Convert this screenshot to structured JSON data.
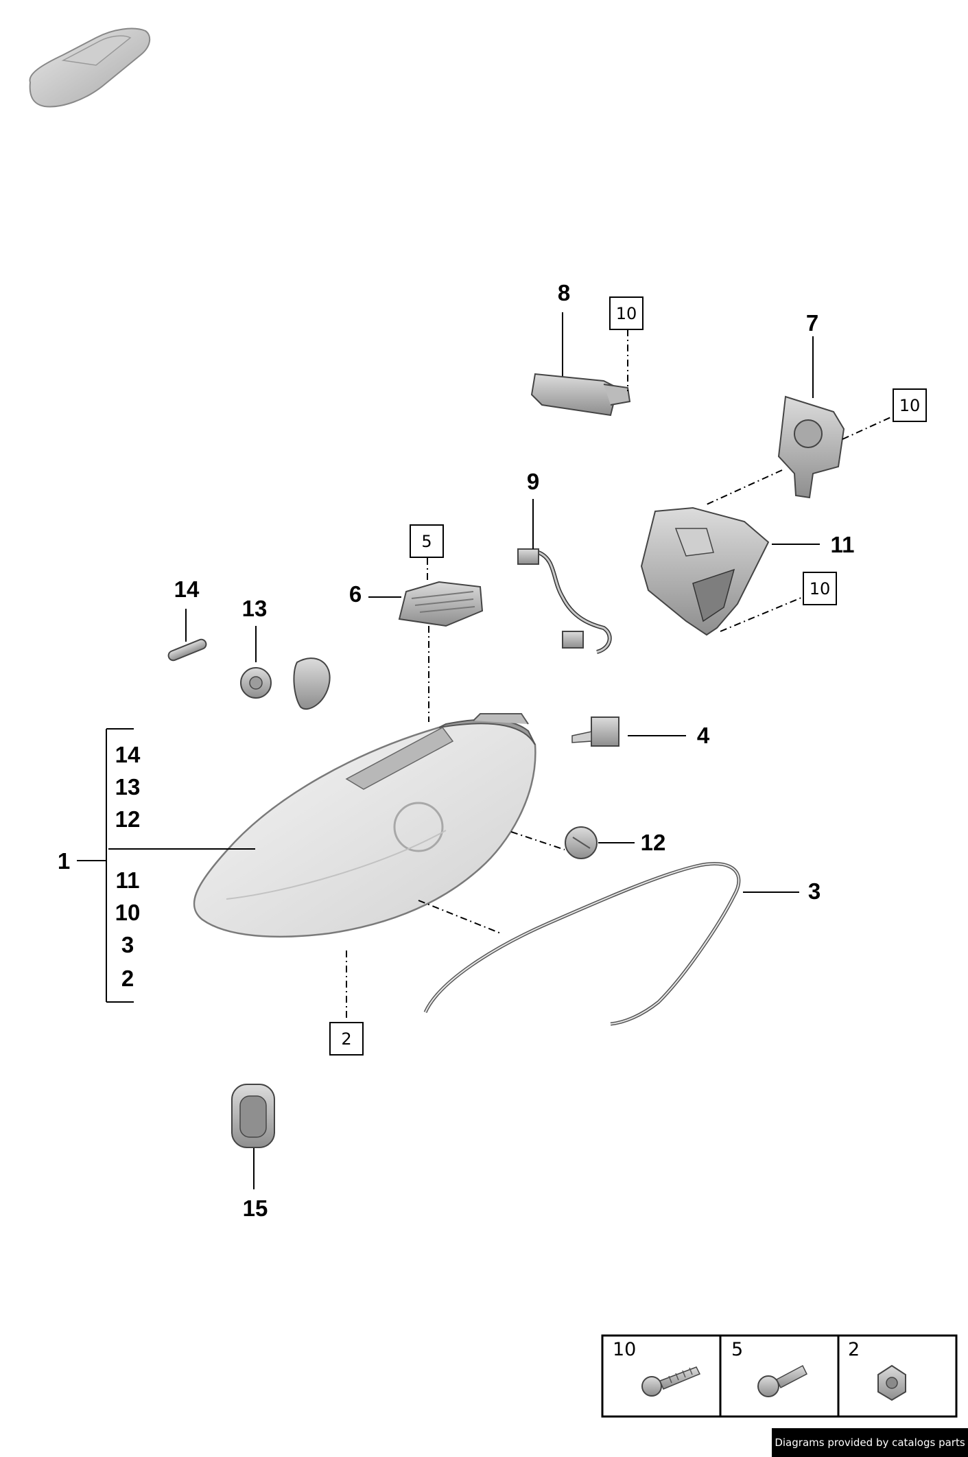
{
  "diagram": {
    "callouts": {
      "c1": "1",
      "c3": "3",
      "c4": "4",
      "c6": "6",
      "c7": "7",
      "c8": "8",
      "c9": "9",
      "c11": "11",
      "c12": "12",
      "c13": "13",
      "c14": "14",
      "c15": "15"
    },
    "group_items": [
      "14",
      "13",
      "12",
      "11",
      "10",
      "3",
      "2"
    ],
    "boxed_refs": {
      "b10a": "10",
      "b10b": "10",
      "b10c": "10",
      "b5": "5",
      "b2": "2"
    }
  },
  "fastener_table": [
    {
      "label": "10"
    },
    {
      "label": "5"
    },
    {
      "label": "2"
    }
  ],
  "footer": {
    "text": "Diagrams provided by catalogs parts"
  }
}
